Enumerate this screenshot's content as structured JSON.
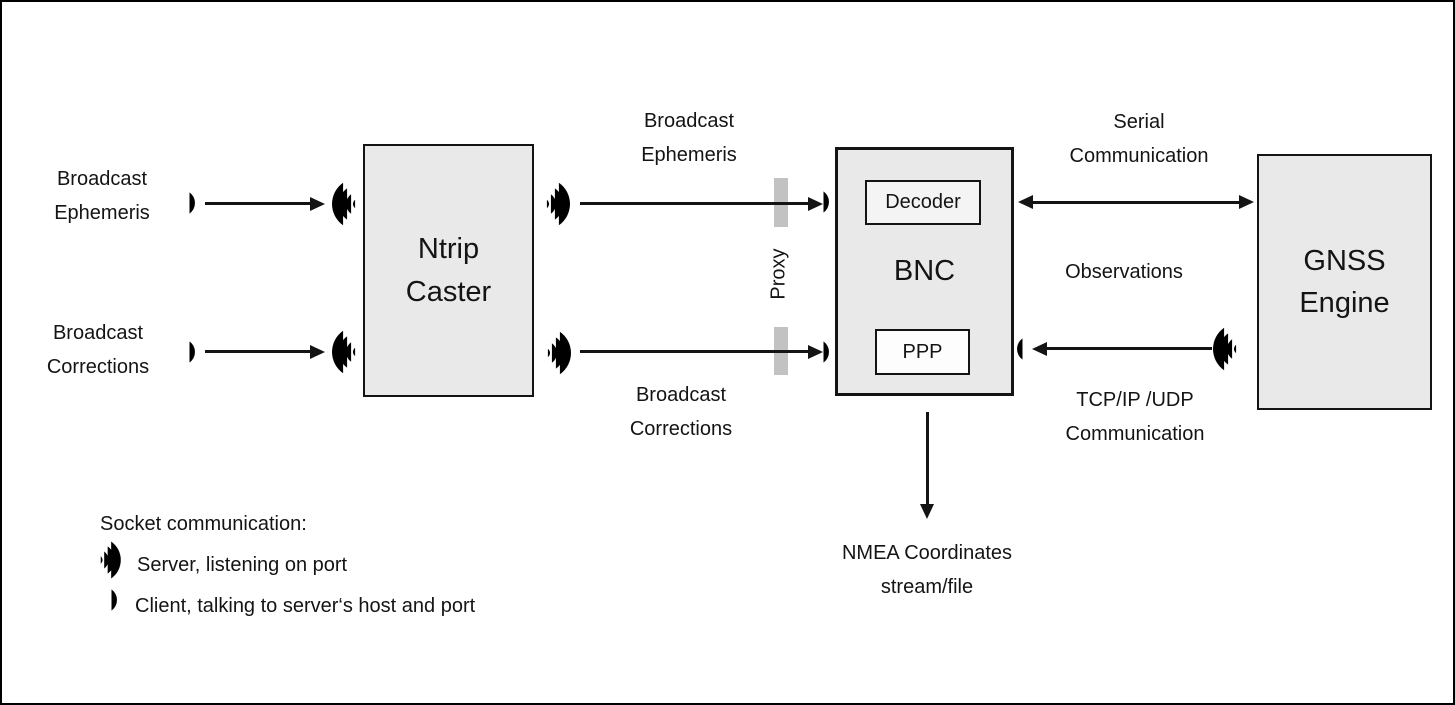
{
  "diagram": {
    "nodes": {
      "ntrip_caster": "Ntrip\nCaster",
      "bnc": "BNC",
      "decoder": "Decoder",
      "ppp": "PPP",
      "gnss_engine": "GNSS\nEngine"
    },
    "flow_labels": {
      "broadcast_ephemeris_source": "Broadcast\nEphemeris",
      "broadcast_corrections_source": "Broadcast\nCorrections",
      "broadcast_ephemeris_stream": "Broadcast\nEphemeris",
      "broadcast_corrections_stream": "Broadcast\nCorrections",
      "proxy": "Proxy",
      "serial_communication": "Serial\nCommunication",
      "observations": "Observations",
      "tcp_udp_communication": "TCP/IP /UDP\nCommunication",
      "nmea_output": "NMEA Coordinates\nstream/file"
    },
    "legend": {
      "title": "Socket communication:",
      "server_icon": "server-socket-icon",
      "server_label": "Server, listening on port",
      "client_icon": "client-socket-icon",
      "client_label": "Client, talking to server‘s host and port"
    },
    "colors": {
      "background": "#ffffff",
      "outer_border": "#000000",
      "box_fill": "#e9e9e9",
      "subbox_fill": "#fdfdfd",
      "proxy_bar": "#c2c2c2",
      "line": "#141414"
    }
  }
}
